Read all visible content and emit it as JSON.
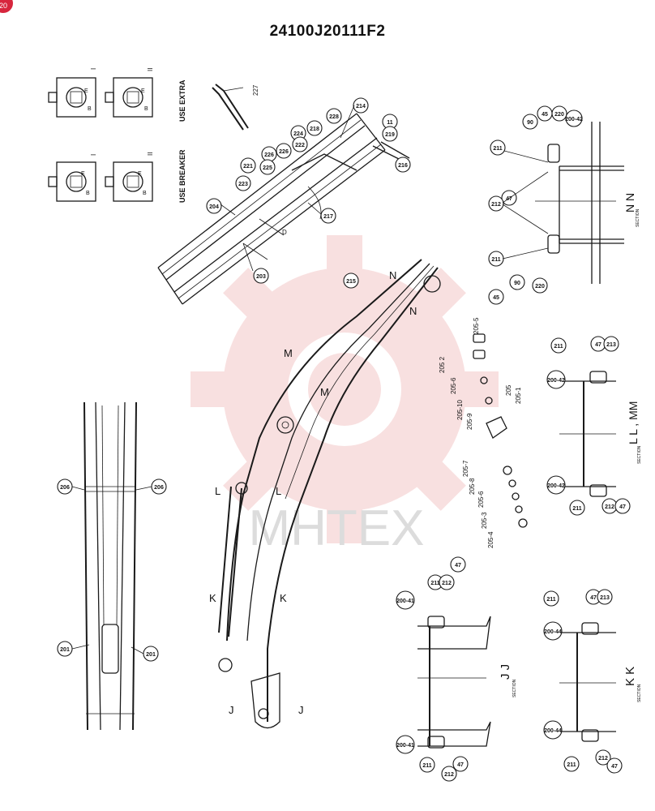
{
  "title": "24100J20111F2",
  "corner_badge": "20",
  "watermark_text": "МНТЕХ",
  "colors": {
    "ink": "#1a1a1a",
    "watermark": "#f4c7c7",
    "watermark_text": "#d9d9d9",
    "badge": "#d7263d"
  },
  "vertical_notes": {
    "use_extra": "USE EXTRA",
    "use_breaker": "USE BREAKER"
  },
  "detail_labels": {
    "i_top": "I",
    "ii_top": "II",
    "i_bottom": "I",
    "ii_bottom": "II",
    "letter_e": "E",
    "letter_b": "B"
  },
  "sections": {
    "nn": {
      "text": "N N",
      "tag": "SECTION"
    },
    "ll_mm": {
      "text": "L L , MM",
      "tag": "SECTION"
    },
    "jj": {
      "text": "J J",
      "tag": "SECTION"
    },
    "kk": {
      "text": "K K",
      "tag": "SECTION"
    }
  },
  "cut_letters": {
    "n": "N",
    "m": "M",
    "l": "L",
    "k": "K",
    "j": "J",
    "d": "D"
  },
  "callouts": {
    "c227": "227",
    "c214": "214",
    "c228": "228",
    "c218": "218",
    "c219": "219",
    "c11": "11",
    "c224": "224",
    "c225": "225",
    "c226": "226",
    "c221": "221",
    "c223": "223",
    "c222": "222",
    "c204": "204",
    "c203": "203",
    "c217": "217",
    "c216": "216",
    "c215": "215",
    "c211": "211",
    "c47": "47",
    "c212": "212",
    "c213": "213",
    "c220": "220",
    "c45": "45",
    "c90": "90",
    "c200_42": "200-42",
    "c200_41": "200-41",
    "c200_44": "200-44",
    "c206": "206",
    "c201": "201"
  },
  "part_labels": {
    "p205_5": "205-5",
    "p205_2": "205 2",
    "p205_6a": "205-6",
    "p205_10": "205-10",
    "p205_9": "205-9",
    "p205": "205",
    "p205_1": "205-1",
    "p205_7": "205-7",
    "p205_8": "205-8",
    "p205_6b": "205-6",
    "p205_3": "205-3",
    "p205_4": "205-4"
  }
}
